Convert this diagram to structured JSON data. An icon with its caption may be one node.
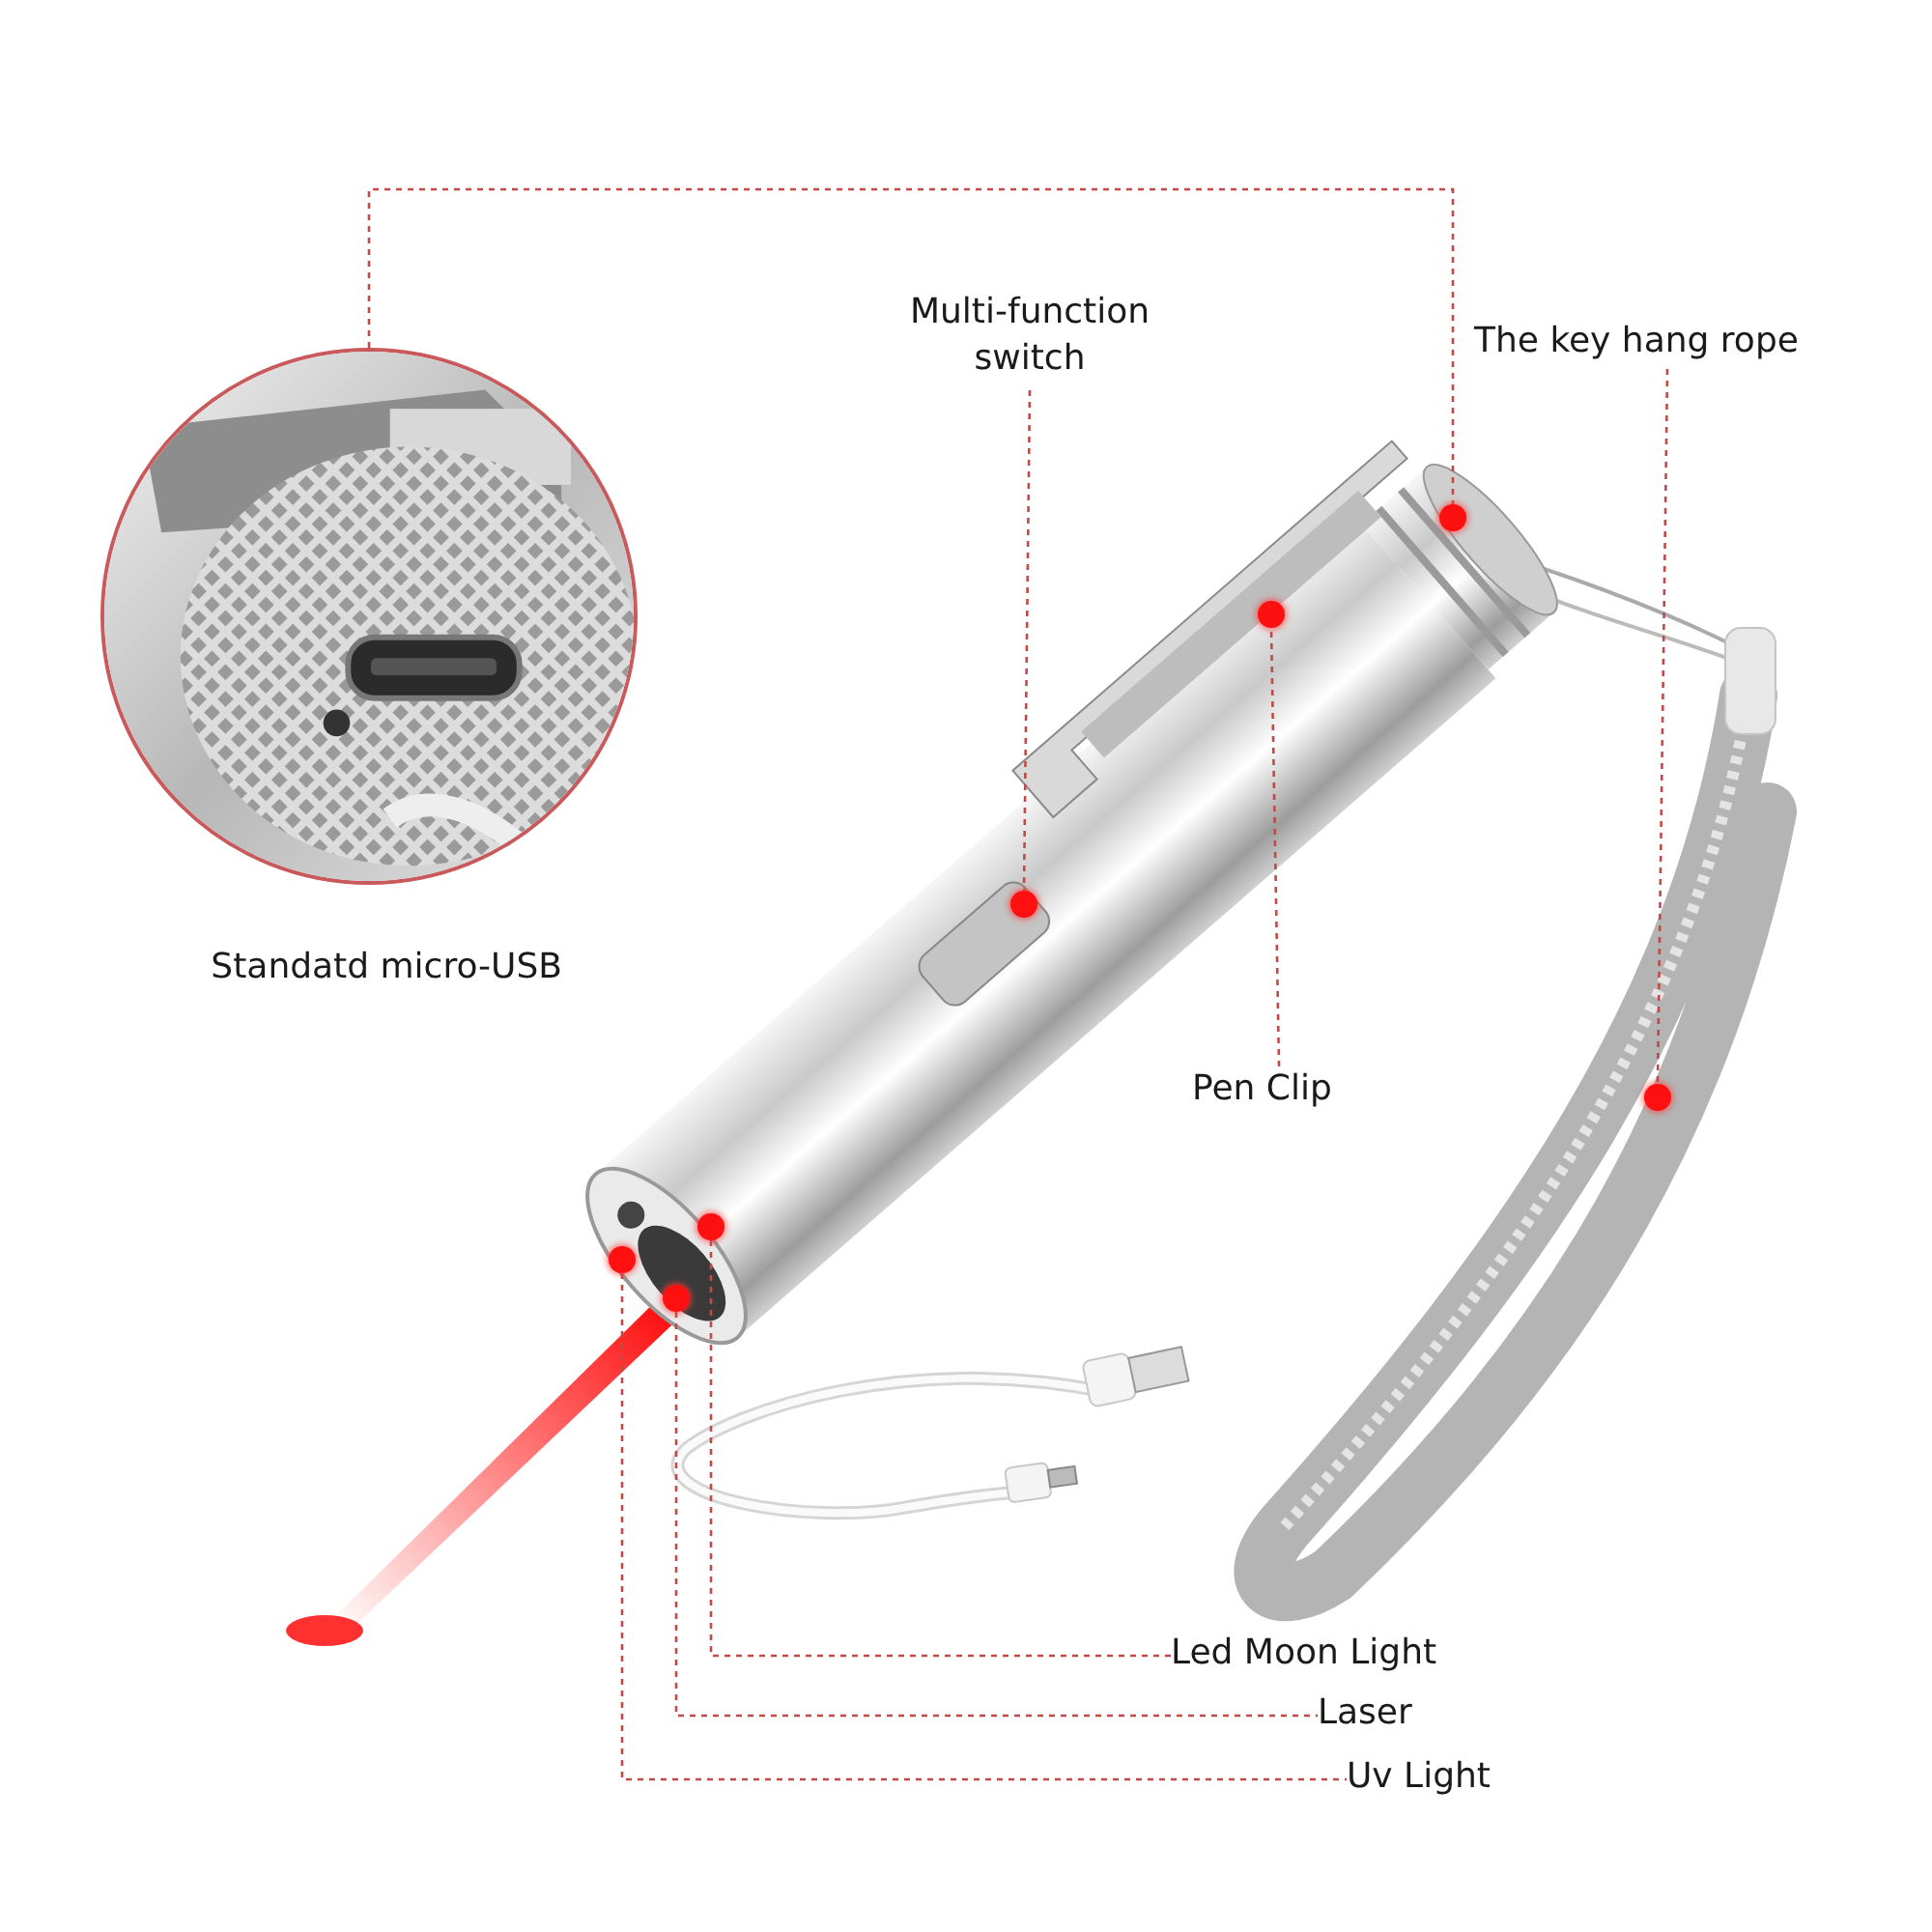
{
  "diagram": {
    "nodes": [
      {
        "text": [
          "Multi-function switch"
        ]
      },
      {
        "text": [],
        "shape": "circle"
      },
      {
        "text": [
          "The key hang rope"
        ]
      },
      {
        "text": [],
        "shape": "circle"
      },
      {
        "text": [],
        "shape": "picture",
        "beside": [
          "Standatd micro-USB"
        ]
      },
      {
        "text": [],
        "shape": "circle"
      },
      {
        "text": [
          "Pen Clip"
        ]
      },
      {
        "text": [],
        "shape": "circle"
      },
      {
        "text": [],
        "shape": "circle"
      },
      {
        "text": [],
        "shape": "circle"
      },
      {
        "text": [],
        "shape": "circle"
      },
      {
        "text": [
          "Led Moon Light"
        ]
      },
      {
        "text": [
          "Laser"
        ]
      },
      {
        "text": [
          "Uv Light"
        ]
      }
    ],
    "edges": [
      {
        "from": 0,
        "to": 1,
        "arrow": "none",
        "style": "dashed"
      },
      {
        "from": 2,
        "to": 3,
        "arrow": "none",
        "style": "dashed"
      },
      {
        "from": 6,
        "to": 7,
        "arrow": "none",
        "style": "dashed"
      },
      {
        "from": 4,
        "to": 5,
        "arrow": "none",
        "style": "dashed"
      },
      {
        "from": 8,
        "to": 11,
        "arrow": "none",
        "style": "dashed"
      },
      {
        "from": 9,
        "to": 12,
        "arrow": "none",
        "style": "dashed"
      },
      {
        "from": 10,
        "to": 13,
        "arrow": "none",
        "style": "dashed"
      }
    ]
  }
}
